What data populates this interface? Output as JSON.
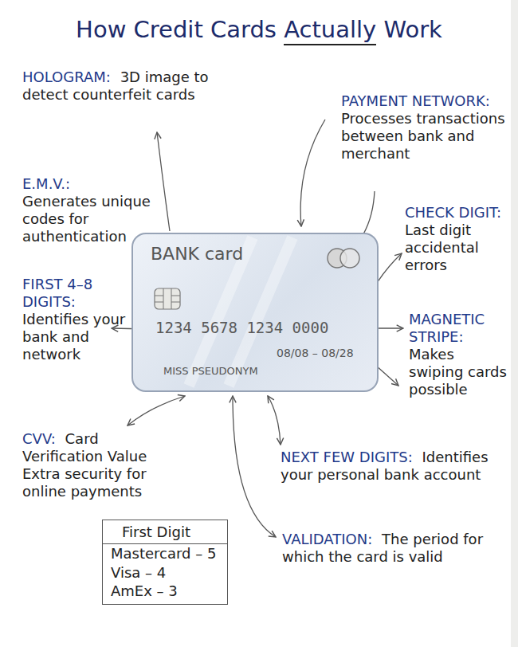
{
  "diagram": {
    "title": "How Credit Cards Actually Work",
    "nodes": [
      {
        "text": [
          "BANK card",
          "1234 5678 1234 0000",
          "08/08 – 08/28",
          "MISS PSEUDONYM"
        ]
      },
      {
        "text": [
          "First Digit",
          "Mastercard – 5",
          "Visa – 4",
          "AmEx – 3"
        ]
      }
    ],
    "labels": [
      "HOLOGRAM:",
      "3D image to detect counterfeit cards",
      "PAYMENT NETWORK:",
      "Processes transactions between bank and merchant",
      "E.M.V.:",
      "Generates unique codes for authentication",
      "CHECK DIGIT:",
      "Last digit accidental errors",
      "FIRST 4–8 DIGITS:",
      "Identifies your bank and network",
      "MAGNETIC STRIPE:",
      "Makes swiping cards possible",
      "CVV:",
      "Card Verification Value Extra security for online payments",
      "NEXT FEW DIGITS:",
      "Identifies your personal bank account",
      "VALIDATION:",
      "The period for which the card is valid"
    ]
  }
}
